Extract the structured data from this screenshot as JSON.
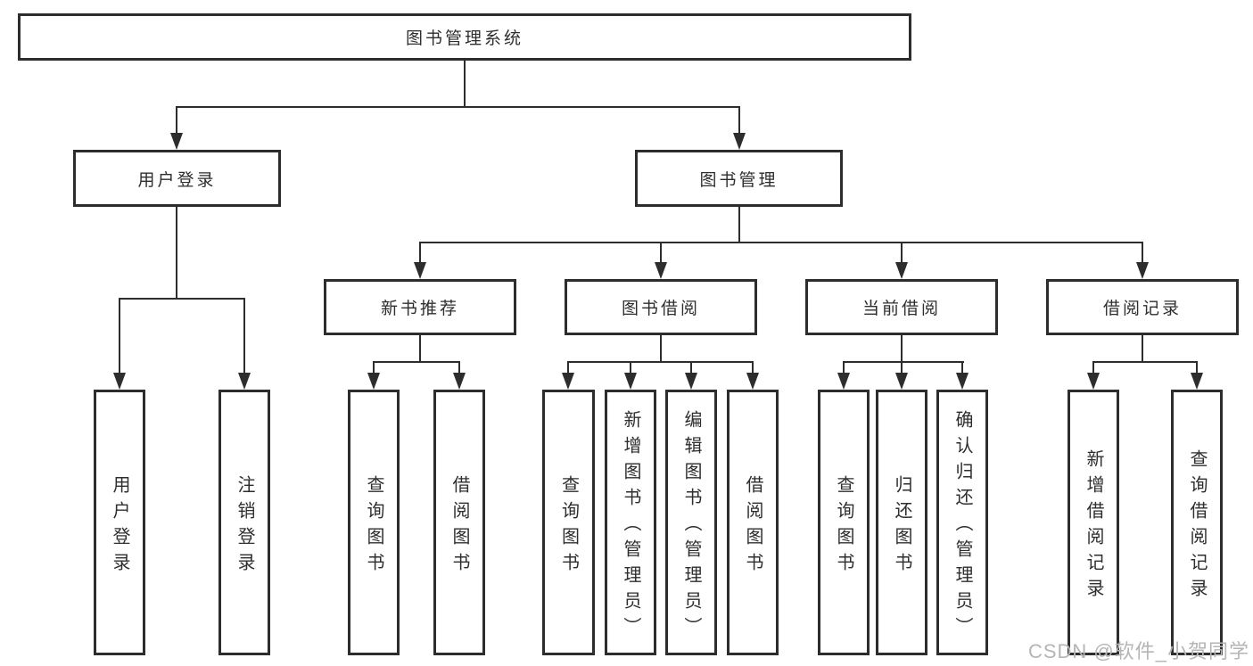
{
  "diagram": {
    "type": "tree",
    "root": {
      "label": "图书管理系统"
    },
    "branches": [
      {
        "label": "用户登录",
        "children": [
          "用户登录",
          "注销登录"
        ]
      },
      {
        "label": "图书管理",
        "children": [
          {
            "label": "新书推荐",
            "children": [
              "查询图书",
              "借阅图书"
            ]
          },
          {
            "label": "图书借阅",
            "children": [
              "查询图书",
              "新增图书（管理员）",
              "编辑图书（管理员）",
              "借阅图书"
            ]
          },
          {
            "label": "当前借阅",
            "children": [
              "查询图书",
              "归还图书",
              "确认归还（管理员）"
            ]
          },
          {
            "label": "借阅记录",
            "children": [
              "新增借阅记录",
              "查询借阅记录"
            ]
          }
        ]
      }
    ]
  },
  "watermark": {
    "text": "CSDN @软件_小贺同学"
  },
  "colors": {
    "line": "#2d2d2d",
    "text": "#2e2e2e",
    "background": "#ffffff",
    "watermark": "#b5b5b5"
  }
}
